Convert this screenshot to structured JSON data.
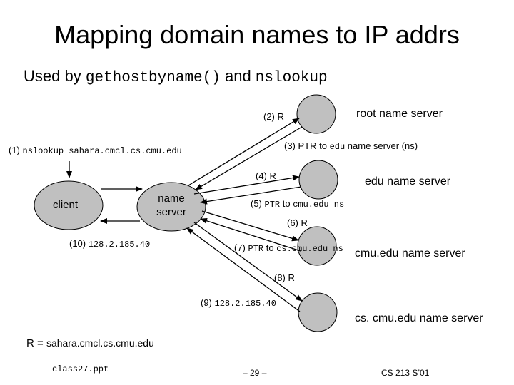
{
  "title": "Mapping domain names to IP addrs",
  "subtitle": {
    "prefix": "Used by ",
    "func": "gethostbyname()",
    "and": " and ",
    "tool": "nslookup"
  },
  "nodes": {
    "client": "client",
    "name_server": "name\nserver",
    "root": "root name server",
    "edu": "edu name server",
    "cmu": "cmu.edu name server",
    "cs": "cs. cmu.edu name server"
  },
  "steps": {
    "s1": {
      "num": "(1) ",
      "code": "nslookup sahara.cmcl.cs.cmu.edu"
    },
    "s2": "(2)  R",
    "s3": {
      "text": "(3) PTR to ",
      "code": "edu",
      "text2": " name server (ns)"
    },
    "s4": "(4)  R",
    "s5": {
      "num": "(5) ",
      "code1": "PTR",
      "mid": " to ",
      "code2": "cmu.edu ns"
    },
    "s6": "(6)  R",
    "s7": {
      "num": "(7) ",
      "code1": "PTR",
      "mid": " to ",
      "code2": "cs.cmu.edu ns"
    },
    "s8": "(8)  R",
    "s9": {
      "num": "(9) ",
      "code": "128.2.185.40"
    },
    "s10": {
      "num": "(10)  ",
      "code": "128.2.185.40"
    }
  },
  "legend": {
    "prefix": "R = ",
    "code": "sahara.cmcl.cs.cmu.edu"
  },
  "footer": {
    "file": "class27.ppt",
    "page": "– 29 –",
    "course": "CS 213 S’01"
  },
  "colors": {
    "node_fill": "#c0c0c0",
    "stroke": "#000000"
  }
}
